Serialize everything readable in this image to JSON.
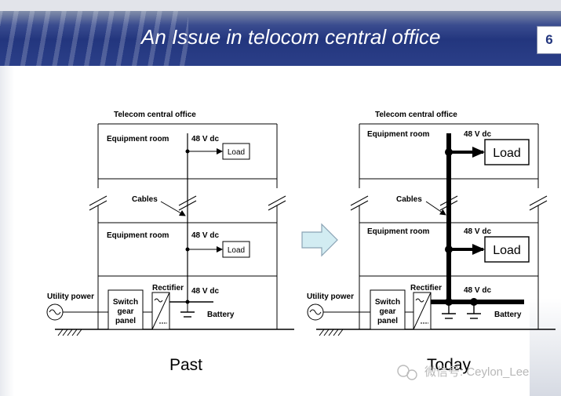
{
  "slide": {
    "title": "An Issue in telocom central office",
    "page_number": "6"
  },
  "past": {
    "building_label": "Telecom central office",
    "room_top": "Equipment room",
    "room_mid": "Equipment room",
    "voltage_top": "48 V dc",
    "voltage_mid": "48 V dc",
    "voltage_bottom": "48 V dc",
    "load_top": "Load",
    "load_mid": "Load",
    "cables_label": "Cables",
    "utility_label": "Utility power",
    "switchgear_label": [
      "Switch",
      "gear",
      "panel"
    ],
    "rectifier_label": "Rectifier",
    "battery_label": "Battery",
    "caption": "Past"
  },
  "today": {
    "building_label": "Telecom central office",
    "room_top": "Equipment room",
    "room_mid": "Equipment room",
    "voltage_top": "48 V dc",
    "voltage_mid": "48 V dc",
    "voltage_bottom": "48 V dc",
    "load_top": "Load",
    "load_mid": "Load",
    "cables_label": "Cables",
    "utility_label": "Utility power",
    "switchgear_label": [
      "Switch",
      "gear",
      "panel"
    ],
    "rectifier_label": "Rectifier",
    "battery_label": "Battery",
    "caption": "Today"
  },
  "watermark": "微信号: Ceylon_Lee",
  "colors": {
    "banner": "#23367e",
    "arrow_fill": "#d2ecf2",
    "arrow_stroke": "#8aa3b4",
    "line": "#000000"
  }
}
